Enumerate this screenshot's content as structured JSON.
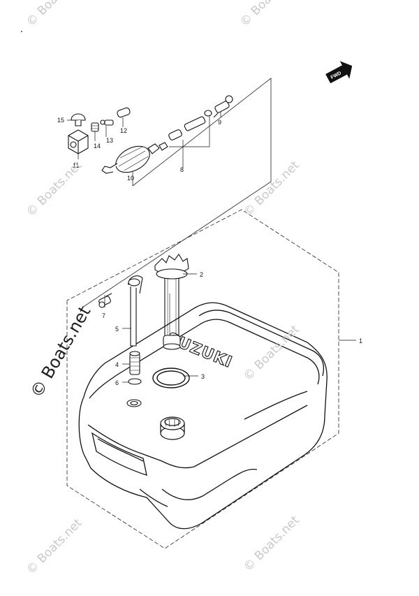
{
  "watermark": "© Boats.net",
  "brand_text": "SUZUKI",
  "direction_badge": "FWD",
  "callouts": [
    {
      "id": "c1",
      "label": "1"
    },
    {
      "id": "c2",
      "label": "2"
    },
    {
      "id": "c3",
      "label": "3"
    },
    {
      "id": "c4",
      "label": "4"
    },
    {
      "id": "c5",
      "label": "5"
    },
    {
      "id": "c6",
      "label": "6"
    },
    {
      "id": "c7",
      "label": "7"
    },
    {
      "id": "c8",
      "label": "8"
    },
    {
      "id": "c9",
      "label": "9"
    },
    {
      "id": "c10",
      "label": "10"
    },
    {
      "id": "c11",
      "label": "11"
    },
    {
      "id": "c12",
      "label": "12"
    },
    {
      "id": "c13",
      "label": "13"
    },
    {
      "id": "c14",
      "label": "14"
    },
    {
      "id": "c15",
      "label": "15"
    }
  ]
}
